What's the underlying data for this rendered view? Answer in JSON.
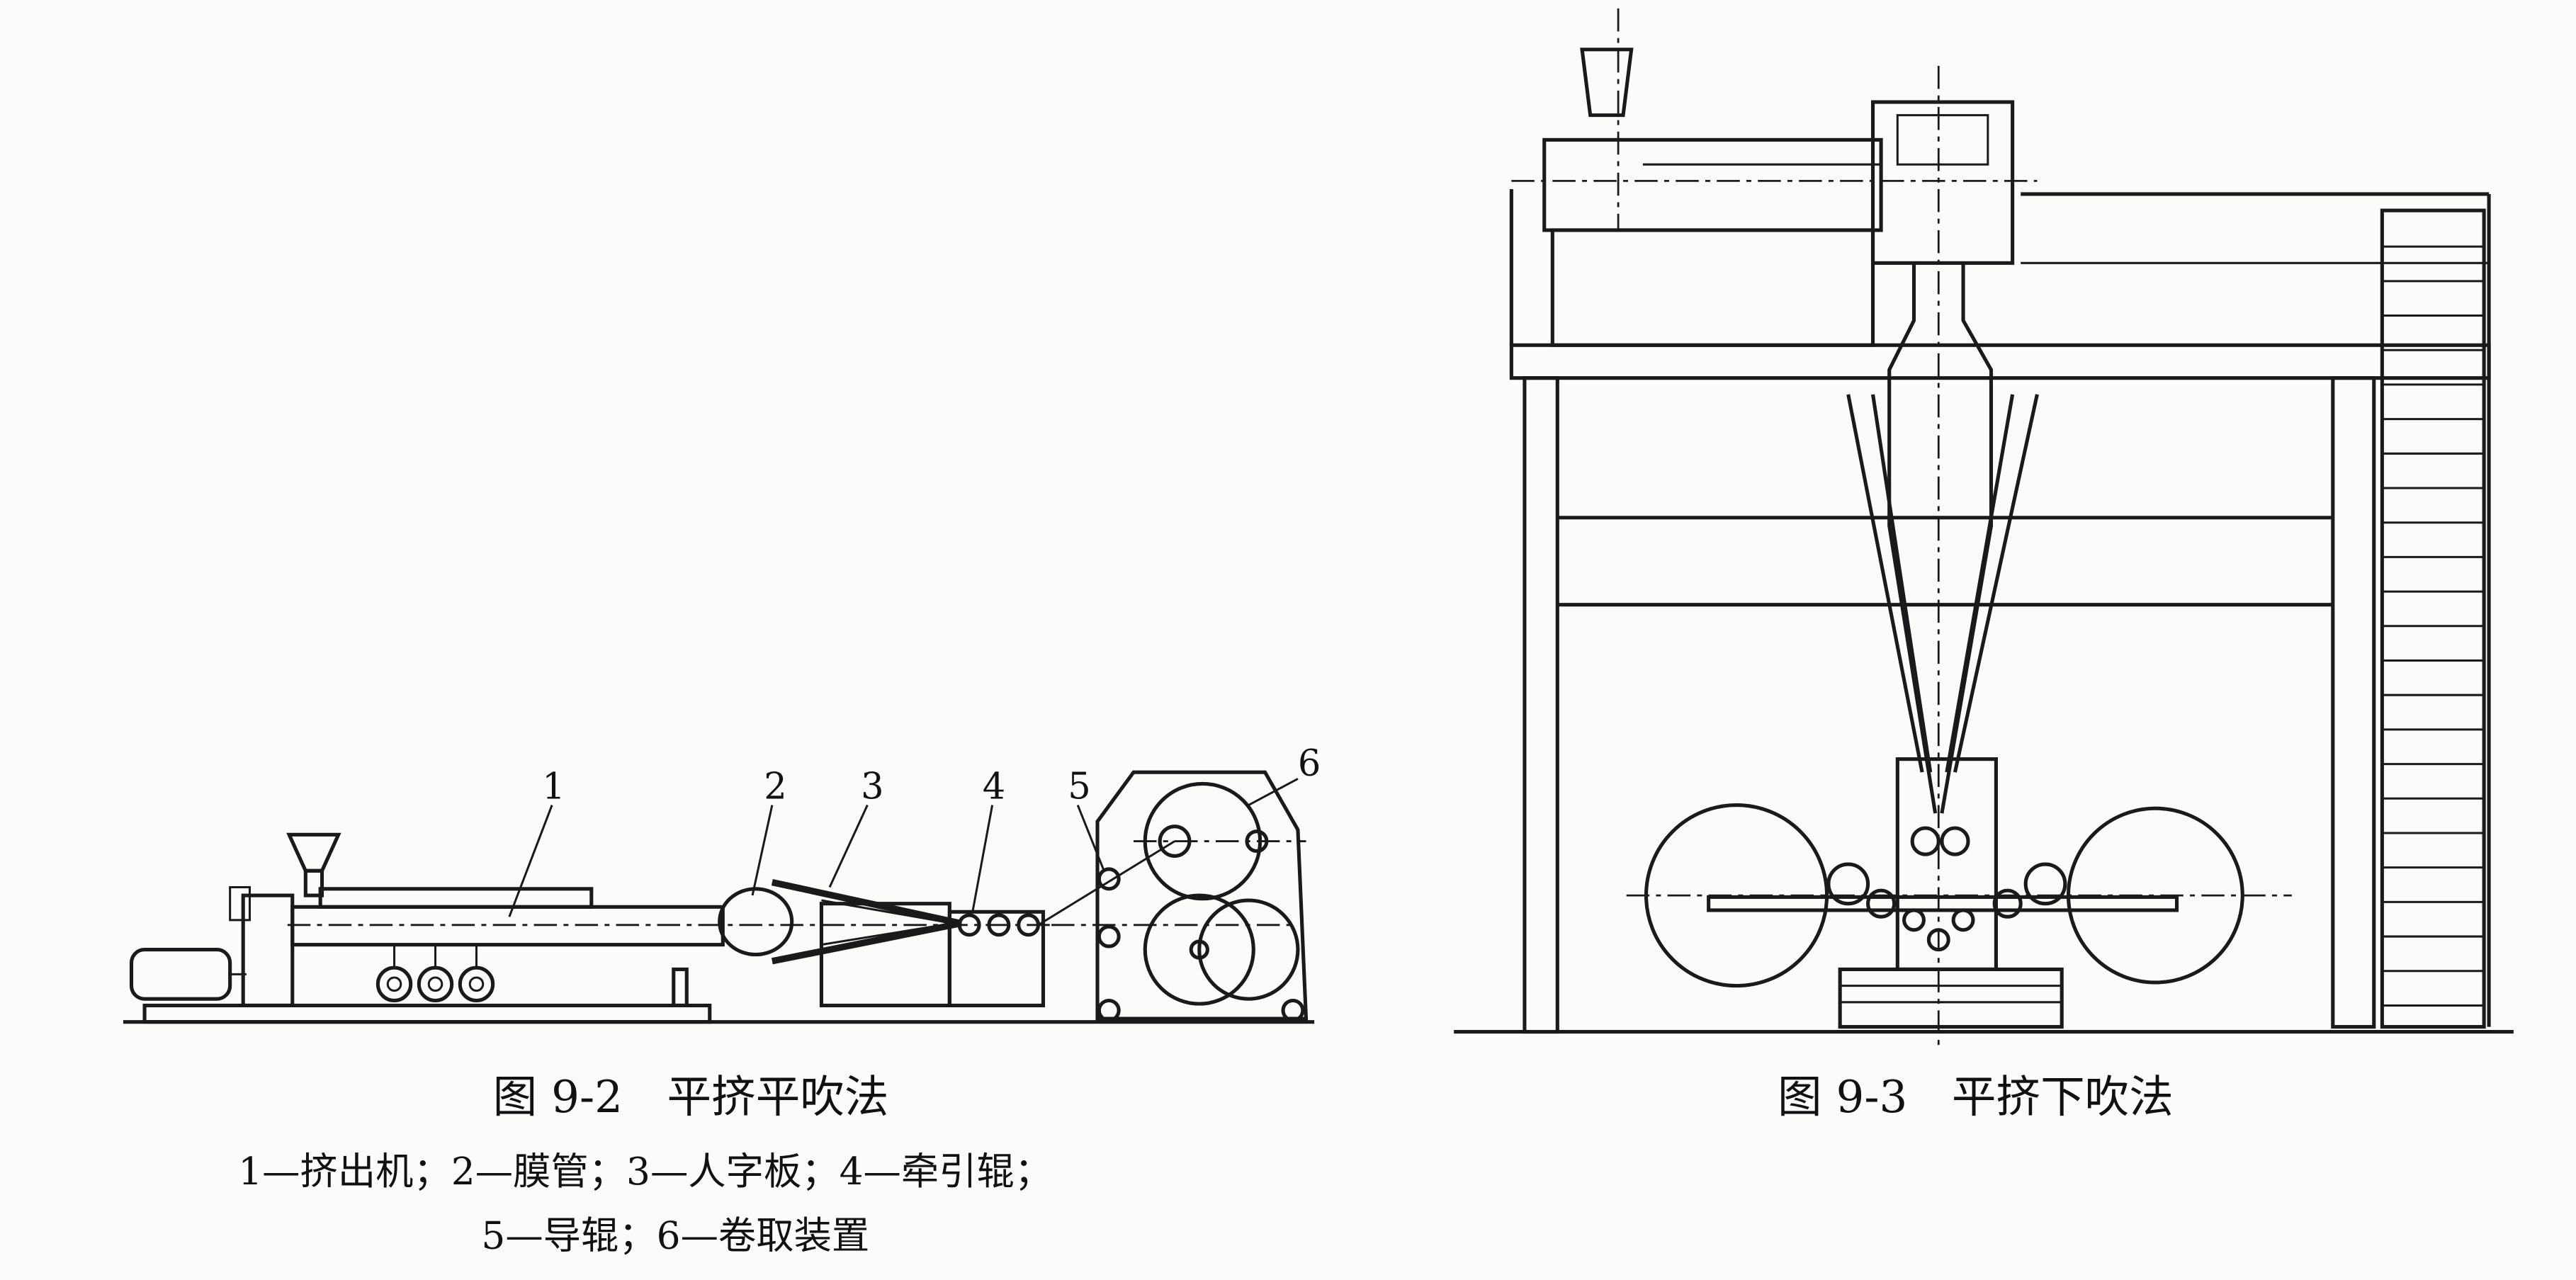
{
  "figure_left": {
    "caption": "图 9-2　平挤平吹法",
    "labels": [
      "1",
      "2",
      "3",
      "4",
      "5",
      "6"
    ],
    "legend_line1": "1—挤出机；2—膜管；3—人字板；4—牵引辊；",
    "legend_line2": "5—导辊；6—卷取装置"
  },
  "figure_right": {
    "caption": "图 9-3　平挤下吹法"
  },
  "colors": {
    "ink": "#1a1a1a",
    "paper": "#fbfbfa"
  }
}
